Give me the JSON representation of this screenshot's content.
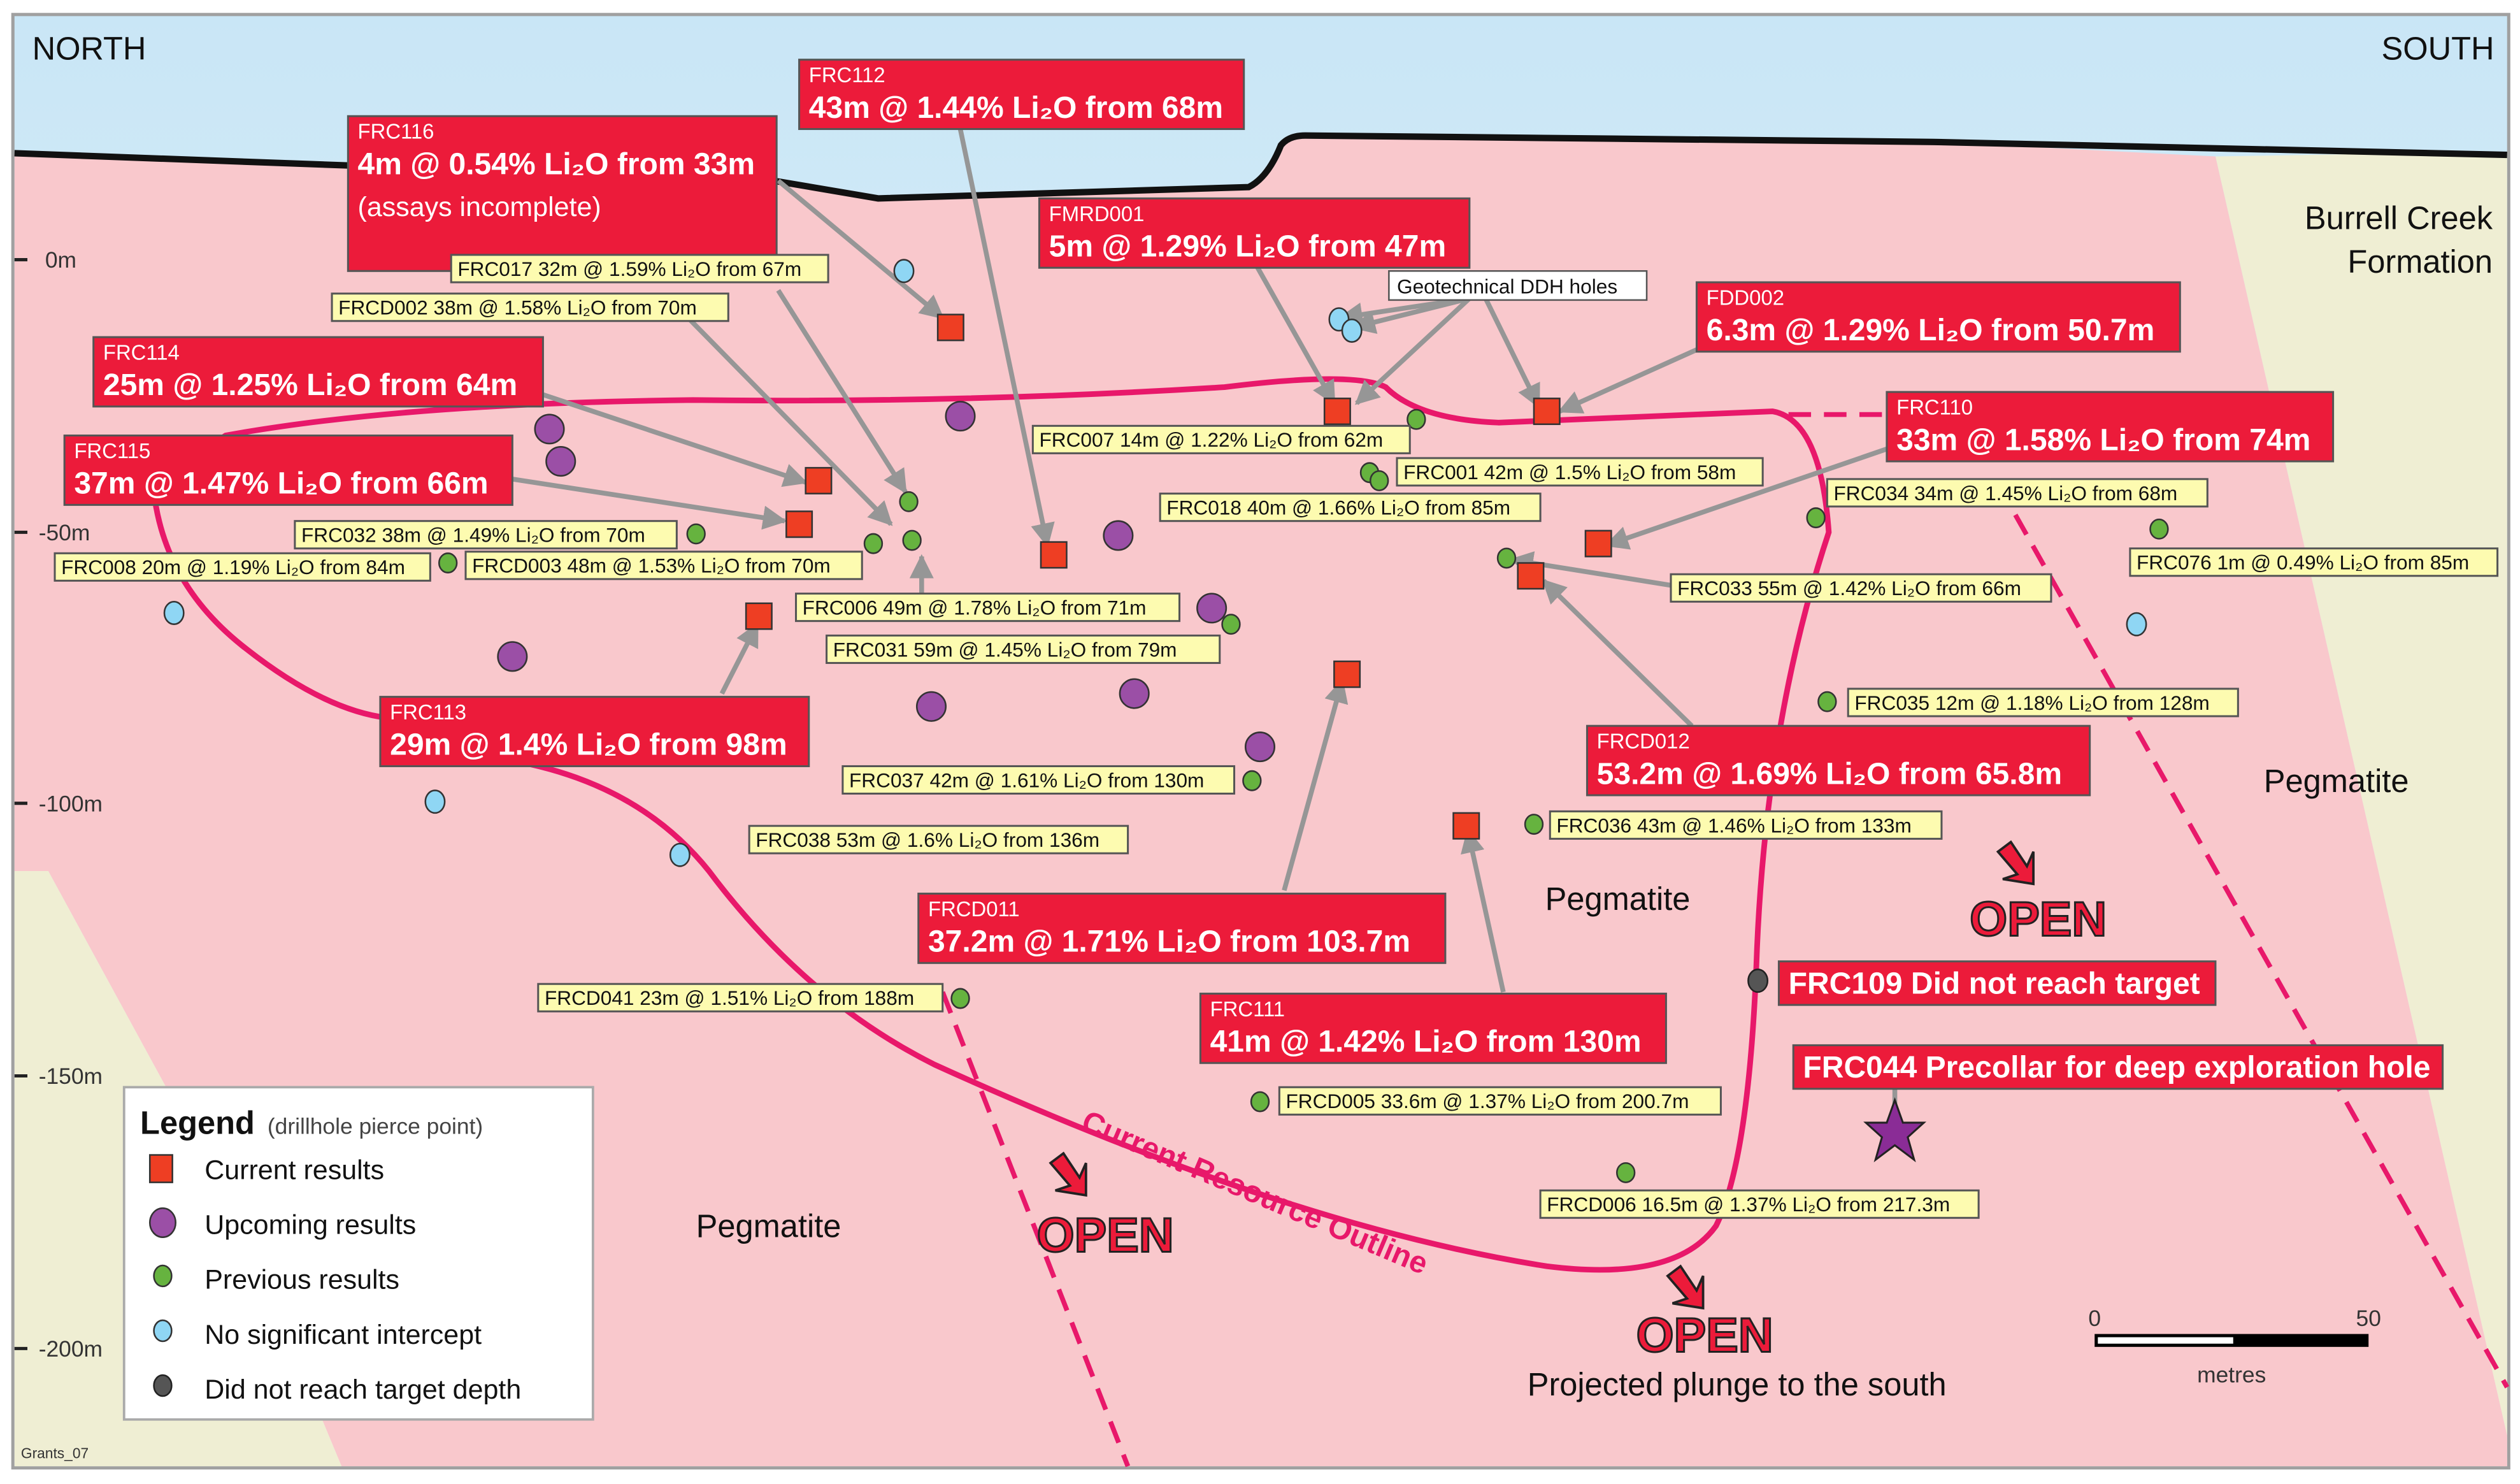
{
  "title_left": "NORTH",
  "title_right": "SOUTH",
  "formation_label": [
    "Burrell Creek",
    "Formation"
  ],
  "axis": {
    "ticks": [
      "0m",
      "-50m",
      "-100m",
      "-150m",
      "-200m"
    ]
  },
  "geology_labels": [
    "Pegmatite",
    "Pegmatite",
    "Pegmatite"
  ],
  "current_results": [
    {
      "hole": "FRC116",
      "result": "4m @ 0.54% Li₂O from 33m",
      "note": "(assays incomplete)"
    },
    {
      "hole": "FRC112",
      "result": "43m @ 1.44% Li₂O from 68m"
    },
    {
      "hole": "FMRD001",
      "result": "5m @ 1.29% Li₂O from 47m"
    },
    {
      "hole": "FDD002",
      "result": "6.3m @ 1.29% Li₂O from 50.7m"
    },
    {
      "hole": "FRC114",
      "result": "25m @ 1.25% Li₂O from 64m"
    },
    {
      "hole": "FRC115",
      "result": "37m @ 1.47% Li₂O from 66m"
    },
    {
      "hole": "FRC110",
      "result": "33m @ 1.58% Li₂O from 74m"
    },
    {
      "hole": "FRC113",
      "result": "29m @ 1.4% Li₂O from 98m"
    },
    {
      "hole": "FRCD012",
      "result": "53.2m @ 1.69% Li₂O from 65.8m"
    },
    {
      "hole": "FRCD011",
      "result": "37.2m @ 1.71% Li₂O from 103.7m"
    },
    {
      "hole": "FRC111",
      "result": "41m @ 1.42% Li₂O from 130m"
    }
  ],
  "previous_results": [
    "FRC017 32m @ 1.59% Li₂O from 67m",
    "FRCD002 38m @ 1.58% Li₂O from 70m",
    "FRC007 14m @ 1.22% Li₂O from 62m",
    "FRC001 42m @ 1.5% Li₂O from 58m",
    "FRC018 40m @ 1.66% Li₂O from 85m",
    "FRC034 34m @ 1.45% Li₂O from 68m",
    "FRC076 1m @ 0.49% Li₂O from 85m",
    "FRC032 38m @ 1.49% Li₂O from 70m",
    "FRC008 20m @ 1.19% Li₂O from 84m",
    "FRCD003 48m @ 1.53% Li₂O from 70m",
    "FRC006 49m @ 1.78% Li₂O from 71m",
    "FRC031 59m @ 1.45% Li₂O from 79m",
    "FRC033 55m @ 1.42% Li₂O from 66m",
    "FRC035 12m @ 1.18% Li₂O from 128m",
    "FRC037 42m @ 1.61% Li₂O from 130m",
    "FRC036 43m @ 1.46% Li₂O from 133m",
    "FRC038 53m @ 1.6% Li₂O from 136m",
    "FRCD041 23m @ 1.51% Li₂O from 188m",
    "FRCD005 33.6m @ 1.37% Li₂O from 200.7m",
    "FRCD006 16.5m @ 1.37% Li₂O from 217.3m"
  ],
  "geotech_label": "Geotechnical DDH holes",
  "special_labels": {
    "frc109": "FRC109 Did not reach target",
    "frc044": "FRC044 Precollar for deep exploration hole"
  },
  "outline_label": "Current Resource Outline",
  "open_label": "OPEN",
  "plunge_label": "Projected plunge to the south",
  "scale": {
    "start": "0",
    "end": "50",
    "unit": "metres"
  },
  "legend": {
    "title": "Legend",
    "subtitle": "(drillhole pierce point)",
    "items": [
      {
        "symbol": "current",
        "label": "Current results"
      },
      {
        "symbol": "upcoming",
        "label": "Upcoming results"
      },
      {
        "symbol": "previous",
        "label": "Previous results"
      },
      {
        "symbol": "no-significant",
        "label": "No significant intercept"
      },
      {
        "symbol": "did-not-reach",
        "label": "Did not reach target depth"
      }
    ]
  },
  "figure_id": "Grants_07",
  "colors": {
    "current": "#ee3e23",
    "upcoming": "#9b4fa6",
    "previous": "#66b33f",
    "no_significant": "#8fd6f4",
    "did_not_reach": "#555555",
    "resource_outline": "#e8186a",
    "label_red": "#ec1b3a",
    "label_yellow": "#fdfbb0",
    "pegmatite": "#f9c8cc",
    "formation": "#efeed3",
    "sky_top": "#c9e6f6"
  }
}
